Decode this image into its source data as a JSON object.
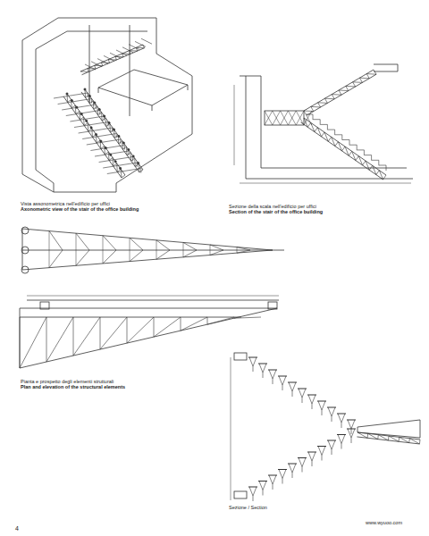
{
  "diagram": {
    "labels": [
      "Vista assonometrica nell'edificio per uffici",
      "Axonometric view of the stair of the office building",
      "Sezione della scala nell'edificio per uffici",
      "Section of the stair of the office building",
      "Pianta e prospetto degli elementi strutturali",
      "Plan and elevation of the structural elements",
      "Sezione / Section",
      "www.wyuoo.com",
      "4"
    ]
  }
}
